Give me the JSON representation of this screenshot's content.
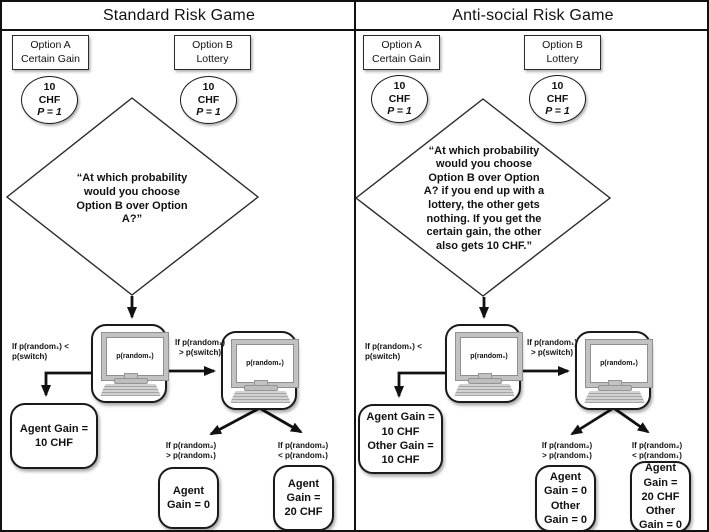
{
  "colors": {
    "line": "#111111",
    "computer_gray": "#c2c2c2",
    "background": "#ffffff"
  },
  "panels": [
    {
      "title": "Standard Risk Game",
      "option_a_label": "Option A\nCertain Gain",
      "option_b_label": "Option B\nLottery",
      "ellipse_a_value": "10\nCHF",
      "ellipse_a_prob": "P = 1",
      "ellipse_b_value": "10\nCHF",
      "ellipse_b_prob": "P = 1",
      "diamond_text": "“At which probability\nwould you choose\nOption B over Option\nA?”",
      "computer1_label": "p(random₁)",
      "computer2_label": "p(random₂)",
      "branch_left_label": "If p(random₁) <\np(switch)",
      "branch_right_label": "If p(random₁)\n> p(switch)",
      "outcome_left": "Agent Gain =\n10 CHF",
      "branch_bottom_left_label": "If p(random₂)\n> p(random₁)",
      "branch_bottom_right_label": "If p(random₂)\n< p(random₁)",
      "outcome_bottom_left": "Agent\nGain = 0",
      "outcome_bottom_right": "Agent\nGain =\n20 CHF"
    },
    {
      "title": "Anti-social Risk Game",
      "option_a_label": "Option A\nCertain Gain",
      "option_b_label": "Option B\nLottery",
      "ellipse_a_value": "10\nCHF",
      "ellipse_a_prob": "P = 1",
      "ellipse_b_value": "10\nCHF",
      "ellipse_b_prob": "P = 1",
      "diamond_text": "“At which probability\nwould you choose\nOption B over Option\nA? if you end up with a\nlottery, the other gets\nnothing. If you get the\ncertain gain, the other\nalso gets 10 CHF.”",
      "computer1_label": "p(random₁)",
      "computer2_label": "p(random₂)",
      "branch_left_label": "If p(random₁) <\np(switch)",
      "branch_right_label": "If p(random₁)\n> p(switch)",
      "outcome_left": "Agent Gain =\n10 CHF\nOther Gain =\n10 CHF",
      "branch_bottom_left_label": "If p(random₂)\n> p(random₁)",
      "branch_bottom_right_label": "If p(random₂)\n< p(random₁)",
      "outcome_bottom_left": "Agent\nGain = 0\nOther\nGain = 0",
      "outcome_bottom_right": "Agent\nGain =\n20 CHF\nOther\nGain = 0"
    }
  ]
}
